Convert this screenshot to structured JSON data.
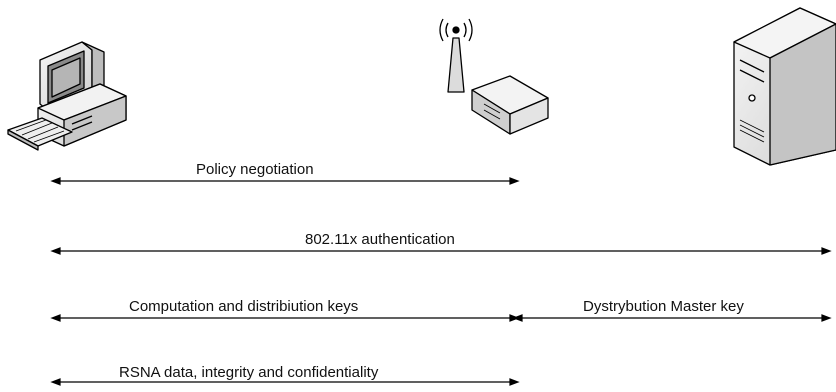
{
  "devices": {
    "client": "workstation-computer-icon",
    "access_point": "wireless-access-point-icon",
    "server": "authentication-server-icon"
  },
  "arrows": {
    "policy": "Policy negotiation",
    "auth": "802.11x authentication",
    "keys": "Computation and distribiution keys",
    "master": "Dystrybution Master key",
    "rsna": "RSNA data, integrity and confidentiality"
  },
  "colors": {
    "line": "#000000",
    "device_body": "#e6e6e6",
    "device_shade": "#bdbdbd"
  }
}
